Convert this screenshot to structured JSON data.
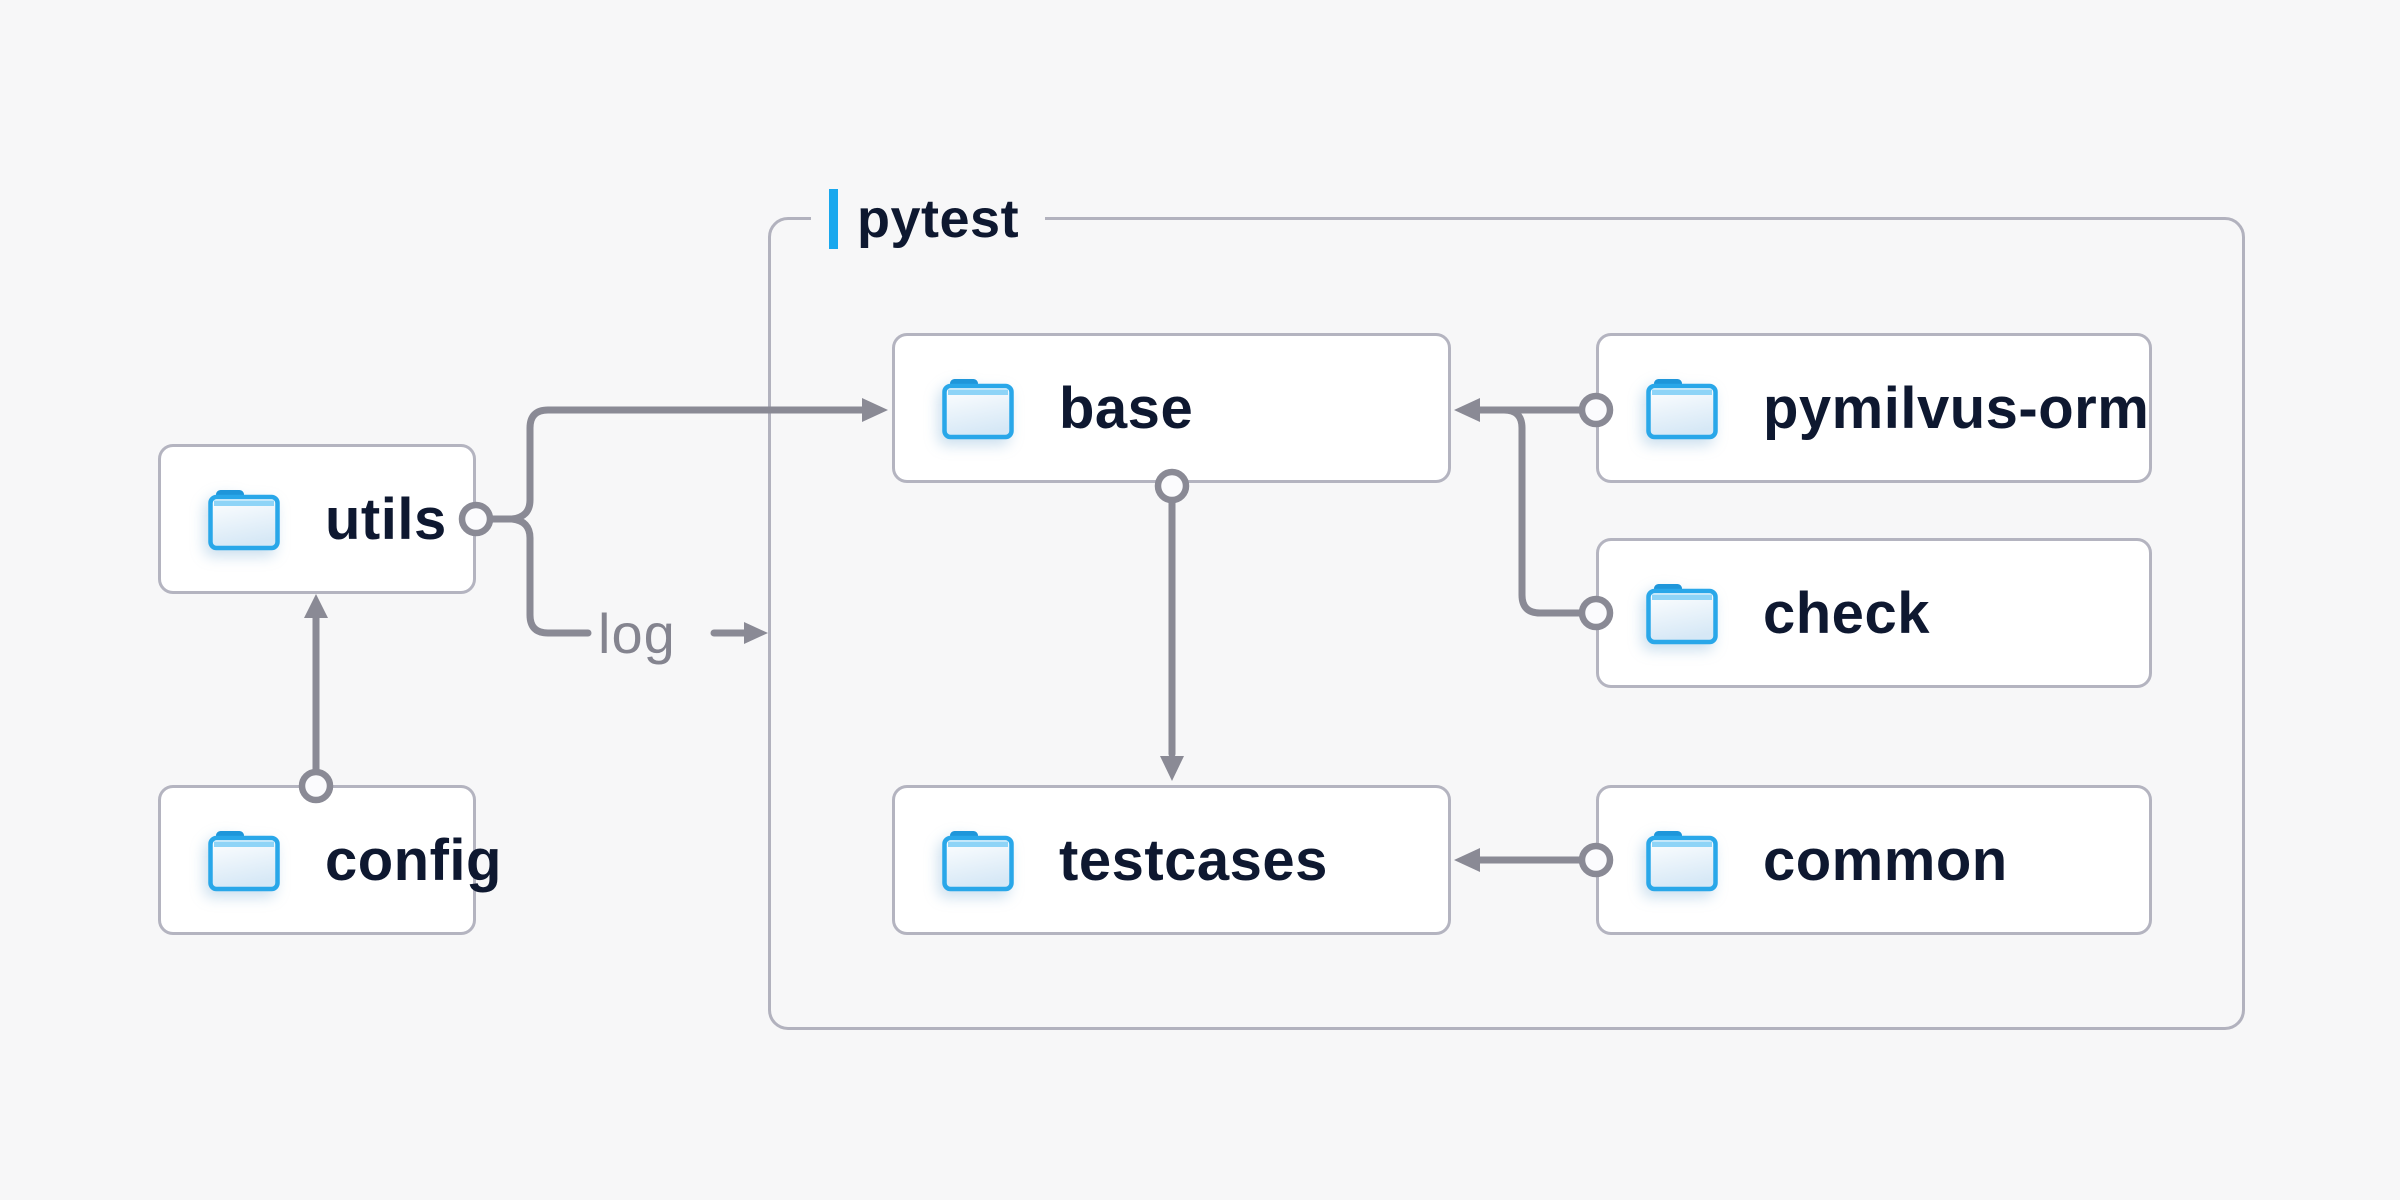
{
  "diagram": {
    "title_group": {
      "label": "pytest"
    },
    "nodes": [
      {
        "id": "utils",
        "label": "utils",
        "icon": "folder-icon"
      },
      {
        "id": "config",
        "label": "config",
        "icon": "folder-icon"
      },
      {
        "id": "base",
        "label": "base",
        "icon": "folder-icon"
      },
      {
        "id": "pymilvus-orm",
        "label": "pymilvus-orm",
        "icon": "folder-icon"
      },
      {
        "id": "check",
        "label": "check",
        "icon": "folder-icon"
      },
      {
        "id": "testcases",
        "label": "testcases",
        "icon": "folder-icon"
      },
      {
        "id": "common",
        "label": "common",
        "icon": "folder-icon"
      }
    ],
    "edges": [
      {
        "from": "config",
        "to": "utils",
        "label": ""
      },
      {
        "from": "utils",
        "to": "base",
        "label": ""
      },
      {
        "from": "utils",
        "to": "pytest",
        "label": "log"
      },
      {
        "from": "base",
        "to": "testcases",
        "label": ""
      },
      {
        "from": "pymilvus-orm",
        "to": "base",
        "label": ""
      },
      {
        "from": "check",
        "to": "base",
        "label": ""
      },
      {
        "from": "common",
        "to": "testcases",
        "label": ""
      }
    ],
    "colors": {
      "background": "#f7f7f8",
      "accent_blue": "#19a8ee",
      "folder_blue": "#29a7e9",
      "folder_tab_blue": "#1e96da",
      "text_navy": "#0e1830",
      "edge_gray": "#8a8a95",
      "label_gray": "#84848f",
      "node_border": "#b4b4c0",
      "group_border": "#b2b2be",
      "node_fill": "#ffffff"
    }
  }
}
